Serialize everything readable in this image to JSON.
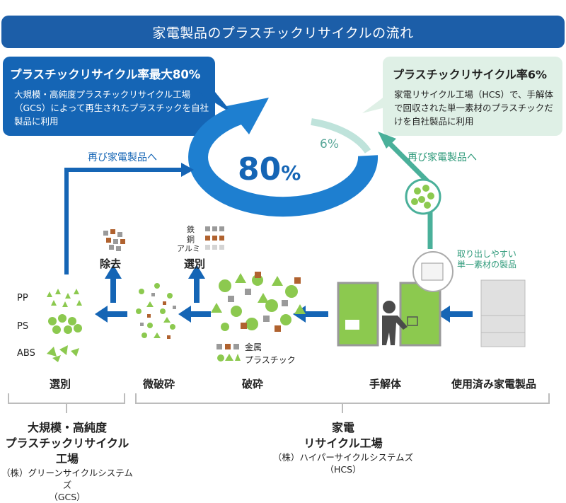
{
  "title": "家電製品のプラスチックリサイクルの流れ",
  "gcs_box": {
    "title": "プラスチックリサイクル率最大80%",
    "body": "大規模・高純度プラスチックリサイクル工場（GCS）によって再生されたプラスチックを自社製品に利用"
  },
  "hcs_box": {
    "title": "プラスチックリサイクル率6%",
    "body": "家電リサイクル工場（HCS）で、手解体で回収された単一素材のプラスチックだけを自社製品に利用"
  },
  "cycle": {
    "big_value": "80",
    "big_unit": "%",
    "small": "6%"
  },
  "return_left": "再び家電製品へ",
  "return_right": "再び家電製品へ",
  "single_material_note": [
    "取り出しやすい",
    "単一素材の製品"
  ],
  "sort_metals": {
    "iron": "鉄",
    "copper": "銅",
    "aluminum": "アルミ"
  },
  "remove_label": "除去",
  "select_label": "選別",
  "resins": [
    "PP",
    "PS",
    "ABS"
  ],
  "legend": {
    "metal": "金属",
    "plastic": "プラスチック"
  },
  "stages": [
    "選別",
    "微破砕",
    "破砕",
    "手解体",
    "使用済み家電製品"
  ],
  "gcs_facility": {
    "line1": "大規模・高純度",
    "line2": "プラスチックリサイクル工場",
    "company": "（株）グリーンサイクルシステムズ",
    "abbr": "（GCS）"
  },
  "hcs_facility": {
    "line1": "家電",
    "line2": "リサイクル工場",
    "company": "（株）ハイパーサイクルシステムズ",
    "abbr": "（HCS）"
  },
  "colors": {
    "navy": "#1c5ea8",
    "blue": "#1565b5",
    "green": "#8cc94f",
    "teal": "#4aa896",
    "gray": "#c8c8c8"
  }
}
